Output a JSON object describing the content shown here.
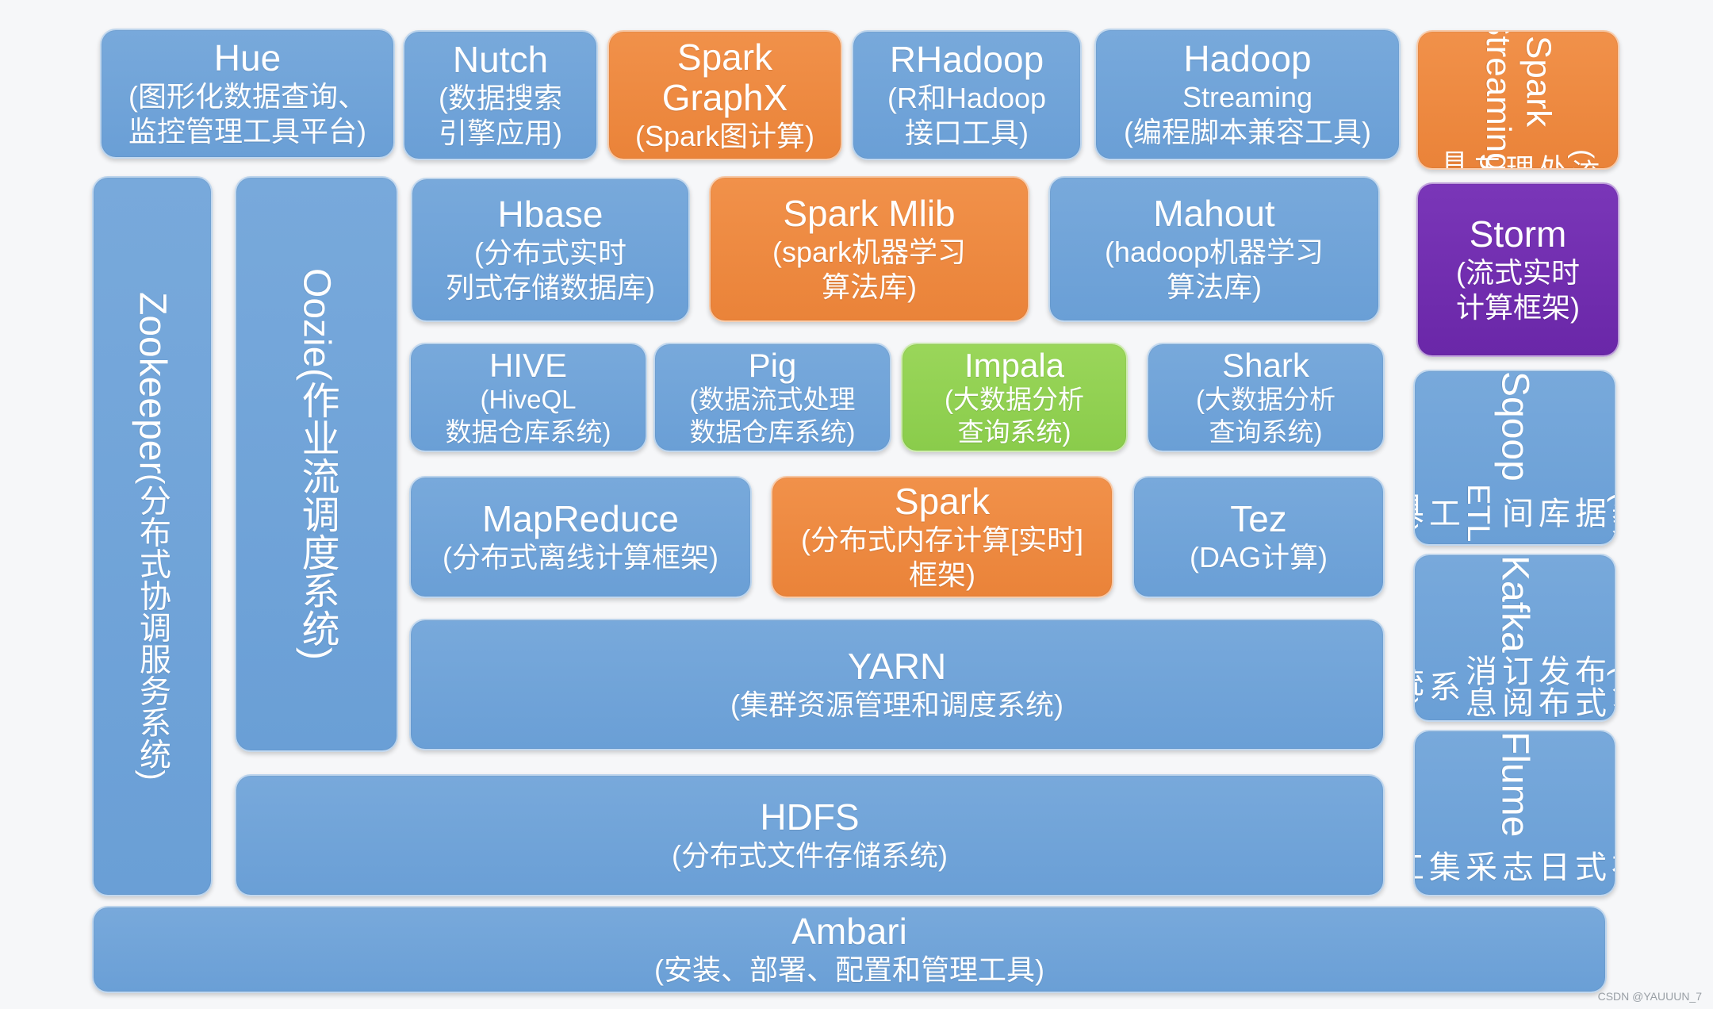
{
  "modules": {
    "hue": {
      "title": "Hue",
      "line1": "(图形化数据查询、",
      "line2": "监控管理工具平台)"
    },
    "nutch": {
      "title": "Nutch",
      "line1": "(数据搜索",
      "line2": "引擎应用)"
    },
    "graphx": {
      "title1": "Spark",
      "title2": "GraphX",
      "line1": "(Spark图计算)"
    },
    "rhadoop": {
      "title": "RHadoop",
      "line1": "(R和Hadoop",
      "line2": "接口工具)"
    },
    "streaming": {
      "title": "Hadoop",
      "line1": "Streaming",
      "line2": "(编程脚本兼容工具)"
    },
    "sparkstreaming": {
      "title": "Spark Streaming",
      "desc": "(流处理工具)"
    },
    "hbase": {
      "title": "Hbase",
      "line1": "(分布式实时",
      "line2": "列式存储数据库)"
    },
    "mlib": {
      "title": "Spark Mlib",
      "line1": "(spark机器学习",
      "line2": "算法库)"
    },
    "mahout": {
      "title": "Mahout",
      "line1": "(hadoop机器学习",
      "line2": "算法库)"
    },
    "storm": {
      "title": "Storm",
      "line1": "(流式实时",
      "line2": "计算框架)"
    },
    "hive": {
      "title": "HIVE",
      "line1": "(HiveQL",
      "line2": "数据仓库系统)"
    },
    "pig": {
      "title": "Pig",
      "line1": "(数据流式处理",
      "line2": "数据仓库系统)"
    },
    "impala": {
      "title": "Impala",
      "line1": "(大数据分析",
      "line2": "查询系统)"
    },
    "shark": {
      "title": "Shark",
      "line1": "(大数据分析",
      "line2": "查询系统)"
    },
    "sqoop": {
      "title": "Sqoop",
      "desc": "(数据库间ETL工具)"
    },
    "mapreduce": {
      "title": "MapReduce",
      "line1": "(分布式离线计算框架)"
    },
    "spark": {
      "title": "Spark",
      "line1": "(分布式内存计算[实时]",
      "line2": "框架)"
    },
    "tez": {
      "title": "Tez",
      "line1": "(DAG计算)"
    },
    "kafka": {
      "title": "Kafka",
      "desc": "(分布式发布订阅消息系统)"
    },
    "yarn": {
      "title": "YARN",
      "line1": "(集群资源管理和调度系统)"
    },
    "flume": {
      "title": "Flume",
      "desc": "(分布式日志采集工具)"
    },
    "hdfs": {
      "title": "HDFS",
      "line1": "(分布式文件存储系统)"
    },
    "zookeeper": {
      "title": "Zookeeper",
      "desc": "(分布式协调服务系统)"
    },
    "oozie": {
      "title": "Oozie",
      "desc": "(作业流调度系统)"
    },
    "ambari": {
      "title": "Ambari",
      "line1": "(安装、部署、配置和管理工具)"
    }
  },
  "watermark": "CSDN @YAUUUN_7",
  "colors": {
    "blue": "#6fa3d8",
    "orange": "#ee8a3f",
    "green": "#92d150",
    "purple": "#7030a0"
  }
}
